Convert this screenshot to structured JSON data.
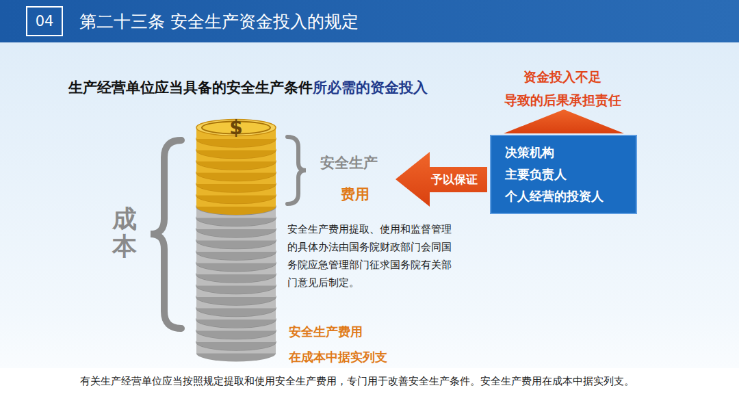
{
  "diagram": {
    "title": "第二十三条 安全生产资金投入的规定",
    "caption": "有关生产经营单位应当按照规定提取和使用安全生产费用，专门用于改善安全生产条件。安全生产费用在成本中据实列支。",
    "nodes": [
      {
        "text": [
          "04"
        ]
      },
      {
        "text": [
          "决策机构",
          "主要负责人",
          "个人经营的投资人"
        ]
      }
    ],
    "labels": [
      "$",
      "生产经营单位应当具备的安全生产条件",
      "所必需的资金投入",
      "资金投入不足",
      "导致的后果承担责任",
      "成本",
      "安全生产",
      "费用",
      "予以保证",
      "安全生产费用提取、使用和监督管理的具体办法由国务院财政部门会同国务院应急管理部门征求国务院有关部门意见后制定。",
      "安全生产费用",
      "在成本中据实列支"
    ]
  }
}
